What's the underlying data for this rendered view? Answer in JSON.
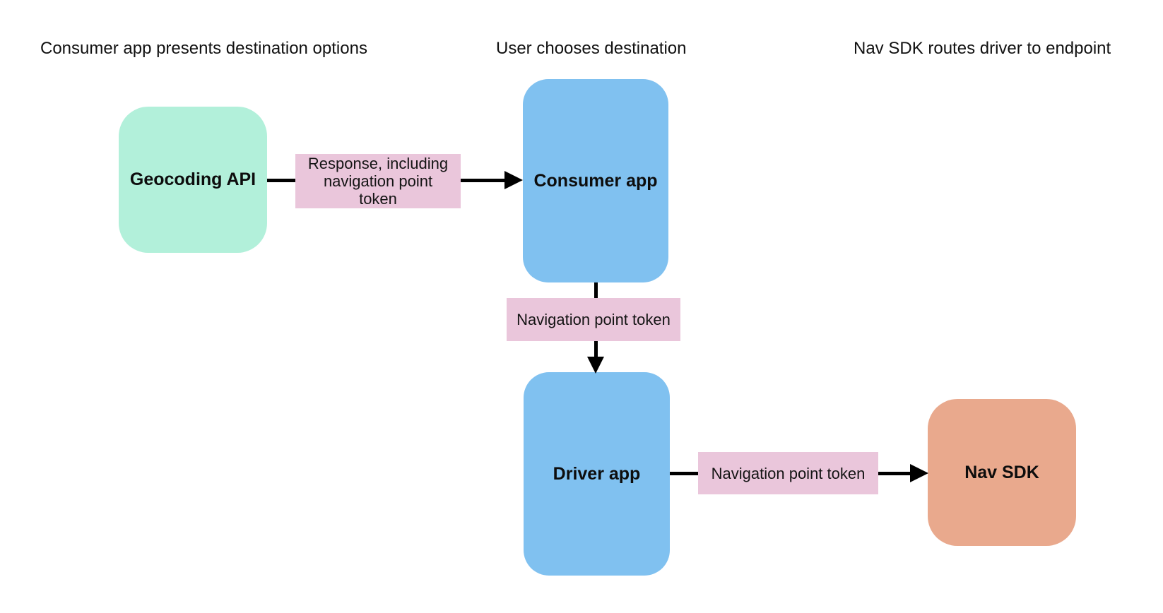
{
  "diagram": {
    "background": "#ffffff",
    "arrow_color": "#000000",
    "phase_labels": [
      {
        "text": "Consumer app presents destination options"
      },
      {
        "text": "User chooses destination"
      },
      {
        "text": "Nav SDK routes driver to endpoint"
      }
    ],
    "nodes": {
      "geocoding_api": {
        "label": "Geocoding API",
        "color": "#b2f0da"
      },
      "consumer_app": {
        "label": "Consumer app",
        "color": "#80c1f0"
      },
      "driver_app": {
        "label": "Driver app",
        "color": "#80c1f0"
      },
      "nav_sdk": {
        "label": "Nav SDK",
        "color": "#e9a98d"
      }
    },
    "edge_labels": {
      "response_token": {
        "text": "Response, including navigation point token",
        "color": "#eac6db"
      },
      "nav_point_token_1": {
        "text": "Navigation point token",
        "color": "#eac6db"
      },
      "nav_point_token_2": {
        "text": "Navigation point token",
        "color": "#eac6db"
      }
    }
  }
}
